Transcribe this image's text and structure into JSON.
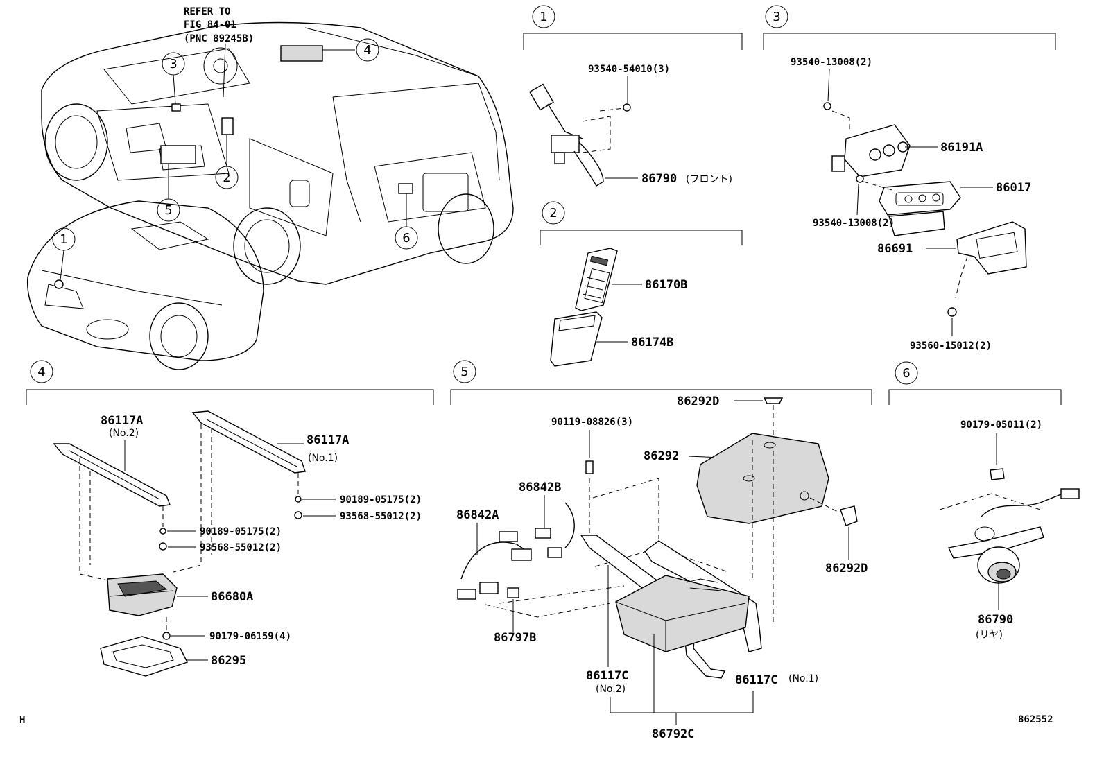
{
  "refer": {
    "line1": "REFER TO",
    "line2": "FIG 84-01",
    "line3": "(PNC 89245B)"
  },
  "callouts": {
    "c1": "1",
    "c2": "2",
    "c3": "3",
    "c4": "4",
    "c5": "5",
    "c6": "6"
  },
  "section1": {
    "num": "1",
    "bolt": "93540-54010(3)",
    "sensor": "86790",
    "sensor_note": "(フロント)"
  },
  "section2": {
    "num": "2",
    "remote": "86170B",
    "holder": "86174B"
  },
  "section3": {
    "num": "3",
    "screw_top": "93540-13008(2)",
    "jack": "86191A",
    "cover": "86017",
    "screw_mid": "93540-13008(2)",
    "bracket": "86691",
    "screw_bot": "93560-15012(2)"
  },
  "section4": {
    "num": "4",
    "bracket_no2": "86117A",
    "bracket_no2_note": "(No.2)",
    "bracket_no1": "86117A",
    "bracket_no1_note": "(No.1)",
    "nut_right": "90189-05175(2)",
    "bolt_right": "93568-55012(2)",
    "nut_left": "90189-05175(2)",
    "bolt_left": "93568-55012(2)",
    "display": "86680A",
    "nut_bottom": "90179-06159(4)",
    "bezel": "86295"
  },
  "section5": {
    "num": "5",
    "clip_top": "86292D",
    "bolt": "90119-08826(3)",
    "cover": "86292",
    "wire_b": "86842B",
    "wire_a": "86842A",
    "clip_right": "86292D",
    "connector": "86797B",
    "bracket_no2": "86117C",
    "bracket_no2_note": "(No.2)",
    "bracket_no1": "86117C",
    "bracket_no1_note": "(No.1)",
    "assembly": "86792C"
  },
  "section6": {
    "num": "6",
    "nut": "90179-05011(2)",
    "camera": "86790",
    "camera_note": "(リヤ)"
  },
  "footer": {
    "left": "H",
    "right": "862552"
  }
}
